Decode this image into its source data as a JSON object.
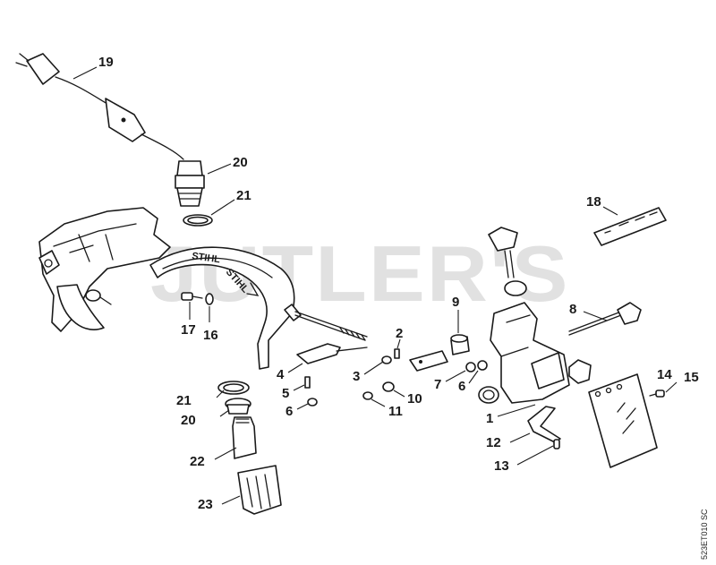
{
  "watermark": "JUTLER'S",
  "drawing_code": "523ET010 SC",
  "brand_marks": [
    "STIHL",
    "STIHL"
  ],
  "callouts": [
    {
      "id": "c19",
      "text": "19"
    },
    {
      "id": "c20a",
      "text": "20"
    },
    {
      "id": "c21a",
      "text": "21"
    },
    {
      "id": "c18",
      "text": "18"
    },
    {
      "id": "c17",
      "text": "17"
    },
    {
      "id": "c16",
      "text": "16"
    },
    {
      "id": "c9",
      "text": "9"
    },
    {
      "id": "c8",
      "text": "8"
    },
    {
      "id": "c2",
      "text": "2"
    },
    {
      "id": "c4",
      "text": "4"
    },
    {
      "id": "c3",
      "text": "3"
    },
    {
      "id": "c7",
      "text": "7"
    },
    {
      "id": "c6a",
      "text": "6"
    },
    {
      "id": "c14",
      "text": "14"
    },
    {
      "id": "c15",
      "text": "15"
    },
    {
      "id": "c5",
      "text": "5"
    },
    {
      "id": "c10",
      "text": "10"
    },
    {
      "id": "c21b",
      "text": "21"
    },
    {
      "id": "c20b",
      "text": "20"
    },
    {
      "id": "c6b",
      "text": "6"
    },
    {
      "id": "c11",
      "text": "11"
    },
    {
      "id": "c1",
      "text": "1"
    },
    {
      "id": "c12",
      "text": "12"
    },
    {
      "id": "c13",
      "text": "13"
    },
    {
      "id": "c22",
      "text": "22"
    },
    {
      "id": "c23",
      "text": "23"
    }
  ]
}
